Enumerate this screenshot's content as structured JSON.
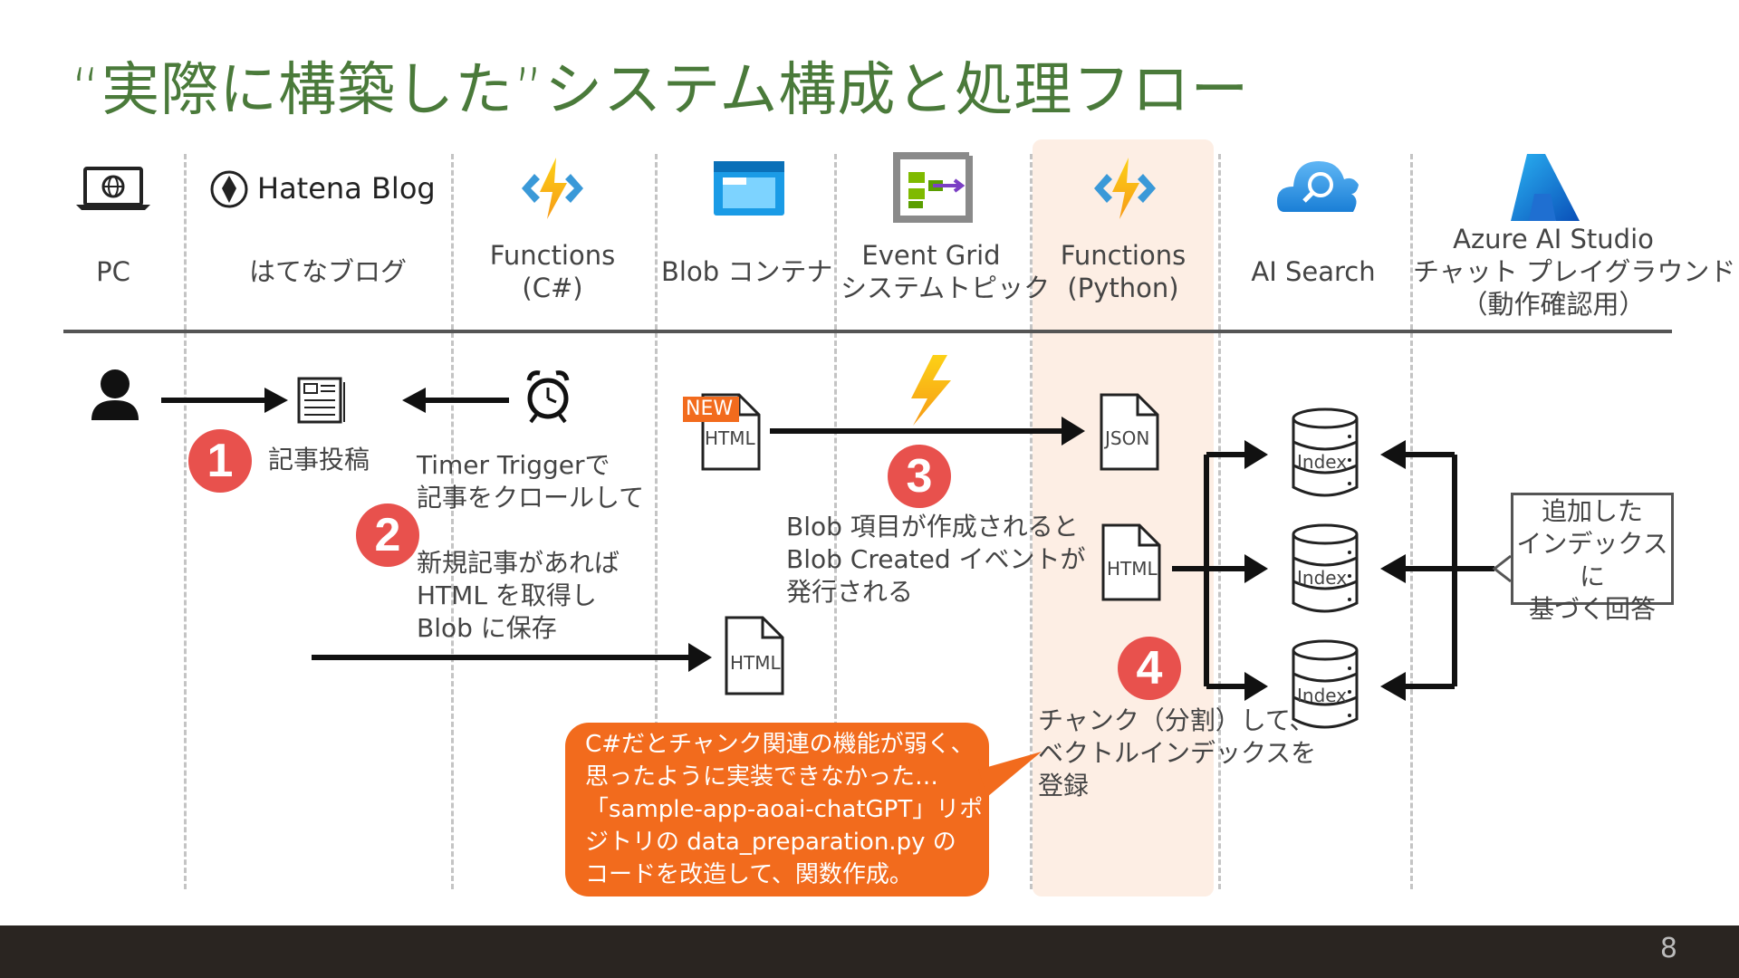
{
  "title": "“実際に構築した”システム構成と処理フロー",
  "columns": {
    "pc": "PC",
    "hatena_logo": "Hatena Blog",
    "hatena": "はてなブログ",
    "functions_cs_1": "Functions",
    "functions_cs_2": "(C#)",
    "blob": "Blob コンテナ",
    "eventgrid_1": "Event Grid",
    "eventgrid_2": "システムトピック",
    "functions_py_1": "Functions",
    "functions_py_2": "(Python)",
    "aisearch": "AI Search",
    "studio_1": "Azure AI Studio",
    "studio_2": "チャット プレイグラウンド",
    "studio_3": "（動作確認用）"
  },
  "steps": {
    "s1": "1",
    "s2": "2",
    "s3": "3",
    "s4": "4",
    "s1_text": "記事投稿",
    "s2_text_1": "Timer Triggerで",
    "s2_text_2": "記事をクロールして",
    "s2_text_3": "新規記事があれば",
    "s2_text_4": "HTML を取得し",
    "s2_text_5": "Blob に保存",
    "s3_text_1": "Blob 項目が作成されると",
    "s3_text_2": "Blob Created イベントが",
    "s3_text_3": "発行される",
    "s4_text_1": "チャンク（分割）して、",
    "s4_text_2": "ベクトルインデックスを",
    "s4_text_3": "登録"
  },
  "files": {
    "new_badge": "NEW",
    "html": "HTML",
    "json": "JSON",
    "index": "Index"
  },
  "callout": {
    "line1": "C#だとチャンク関連の機能が弱く、",
    "line2": "思ったように実装できなかった…",
    "line3": "「sample-app-aoai-chatGPT」リポ",
    "line4": "ジトリの data_preparation.py の",
    "line5": "コードを改造して、関数作成。"
  },
  "answer": {
    "line1": "追加した",
    "line2": "インデックスに",
    "line3": "基づく回答"
  },
  "page_number": "8",
  "colors": {
    "title_green": "#4a7a3a",
    "step_red": "#e8514d",
    "callout_orange": "#f26b1d",
    "highlight": "#fdeee4",
    "footer": "#2a2521"
  }
}
